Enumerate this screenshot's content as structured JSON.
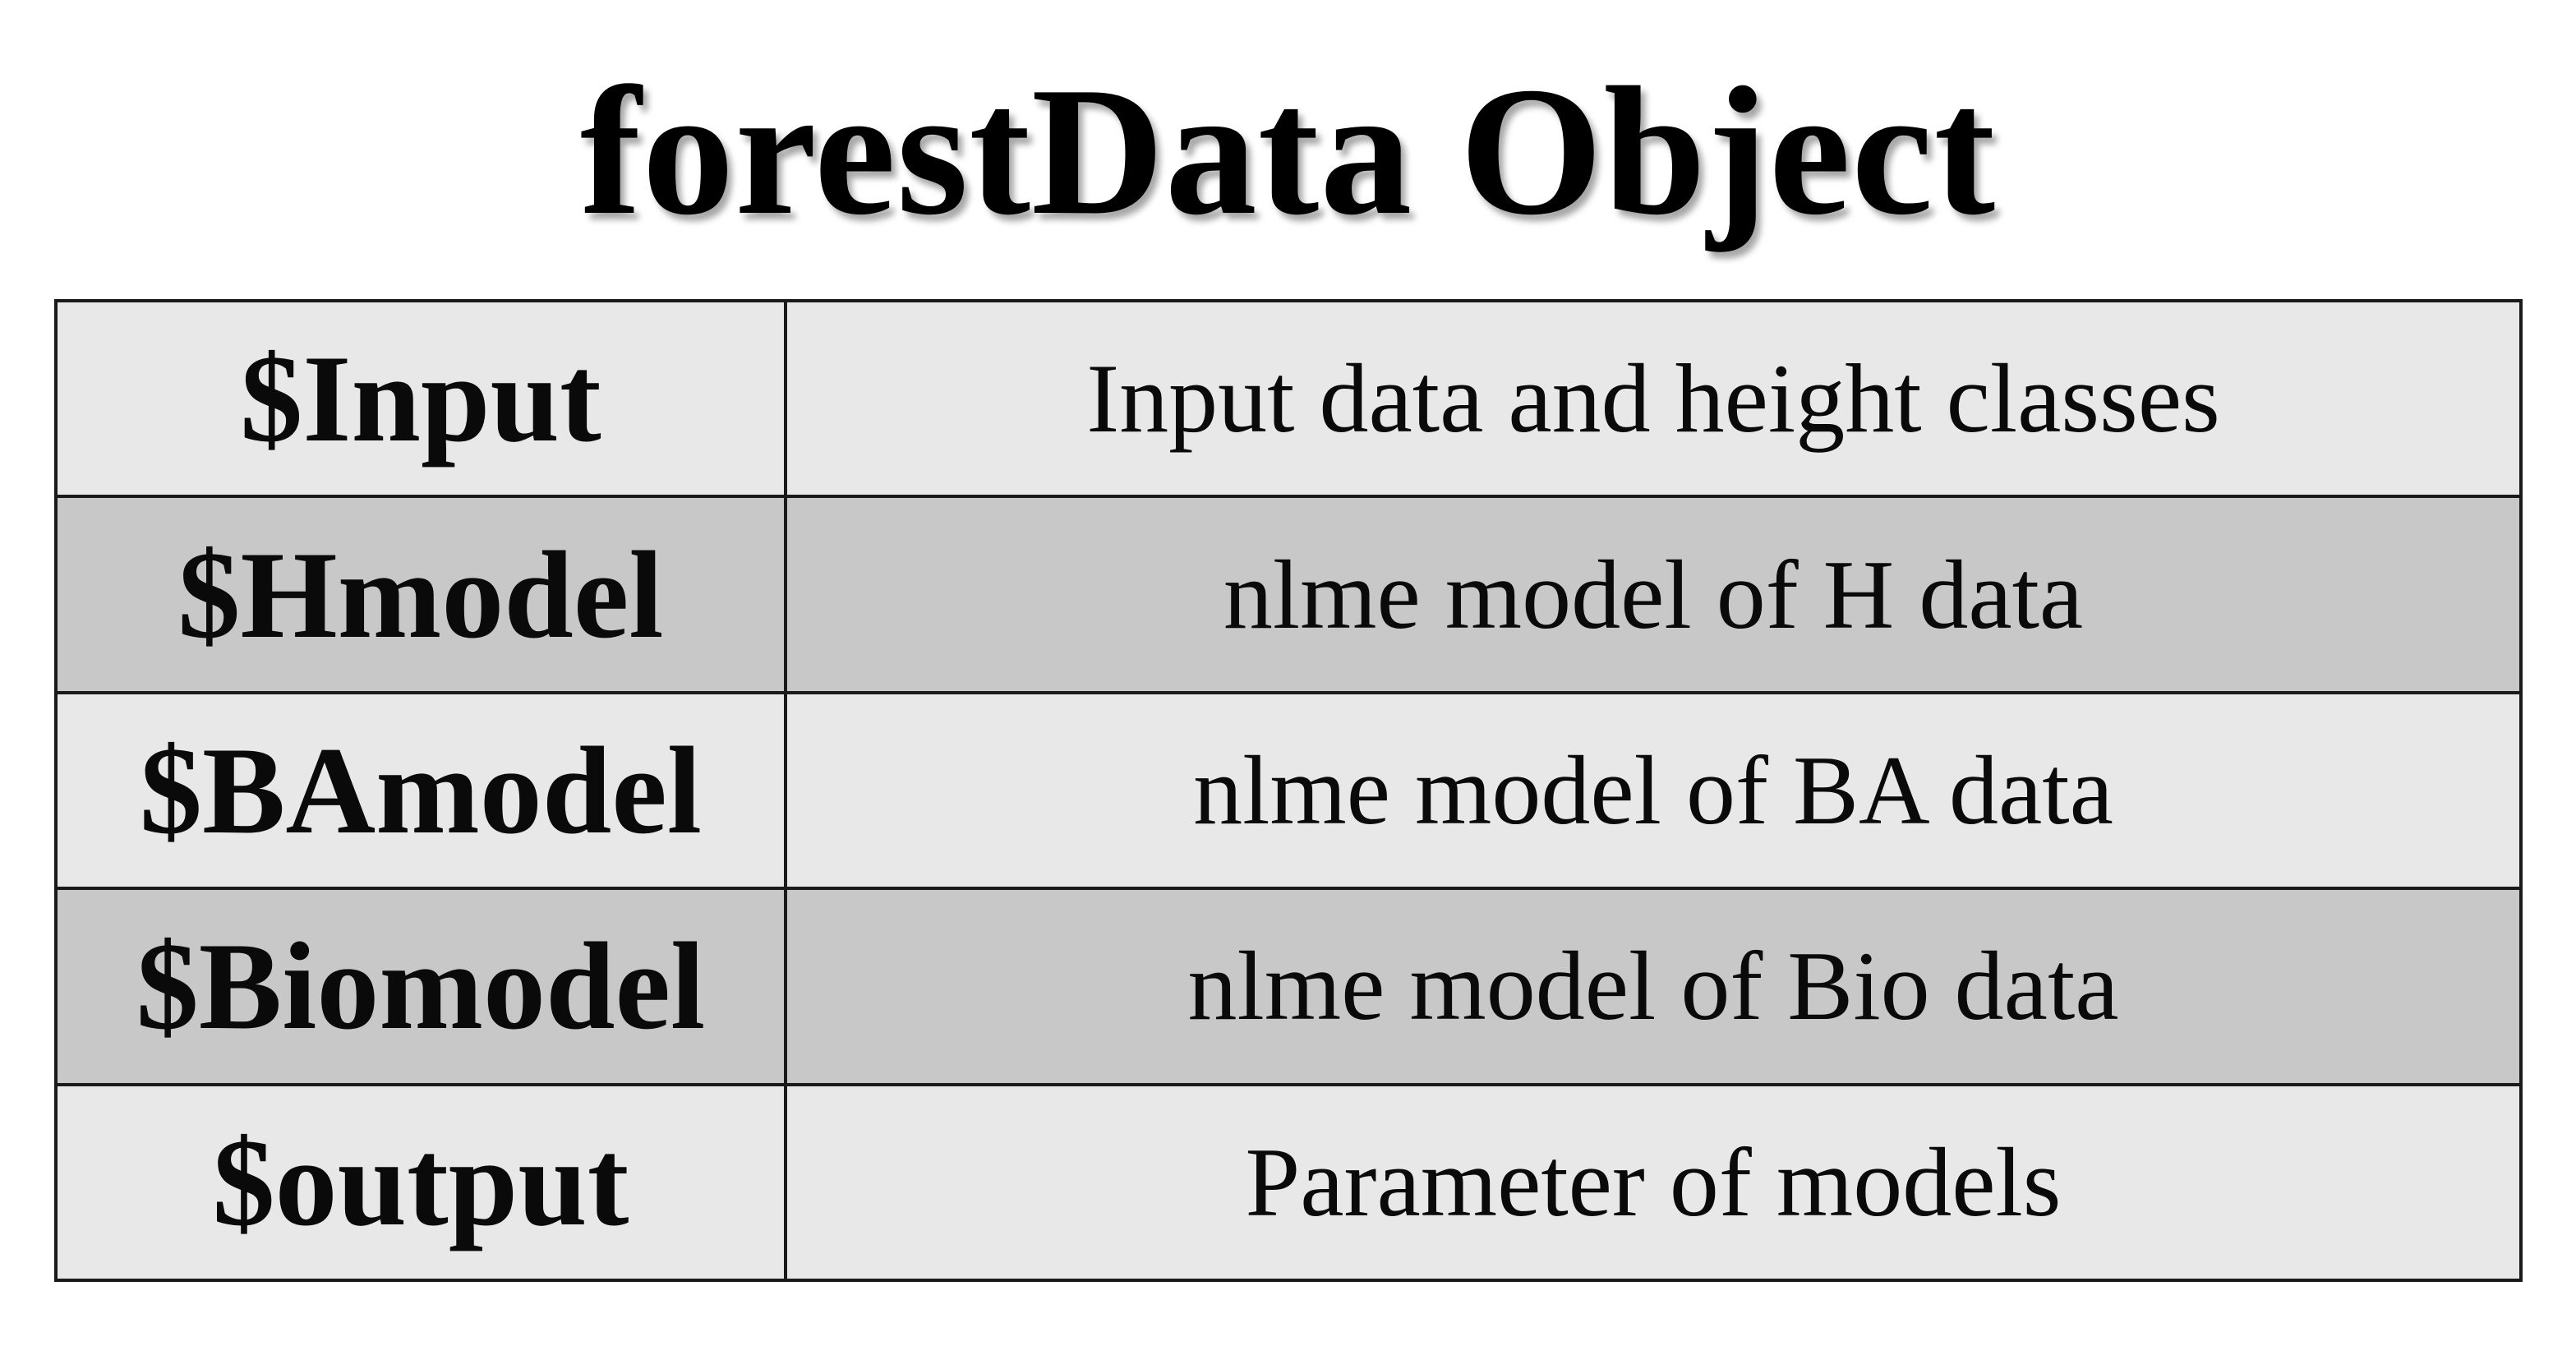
{
  "title": "forestData Object",
  "rows": [
    {
      "key": "$Input",
      "description": "Input data and height classes"
    },
    {
      "key": "$Hmodel",
      "description": "nlme model of H data"
    },
    {
      "key": "$BAmodel",
      "description": "nlme model of BA data"
    },
    {
      "key": "$Biomodel",
      "description": "nlme model of Bio data"
    },
    {
      "key": "$output",
      "description": "Parameter of models"
    }
  ],
  "colors": {
    "row_light": "#e8e8e8",
    "row_dark": "#c8c8c8",
    "border": "#1a1a1a",
    "text": "#000000"
  }
}
